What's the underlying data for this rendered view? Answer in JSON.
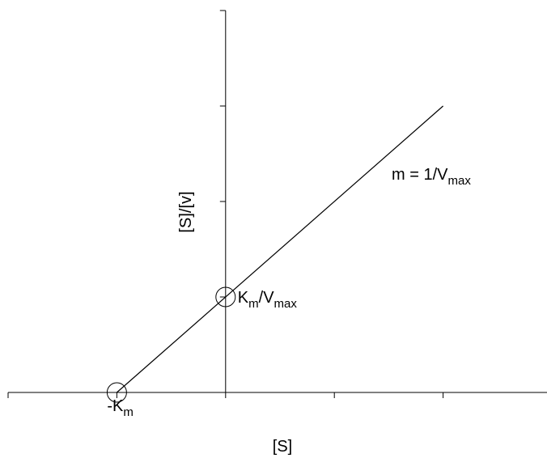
{
  "chart_data": {
    "type": "line",
    "title": "",
    "xlabel": "[S]",
    "ylabel": "[S]/[v]",
    "xlim": [
      -2,
      3
    ],
    "ylim": [
      0,
      4
    ],
    "x_ticks": [
      -2,
      -1,
      0,
      1,
      2,
      3
    ],
    "y_ticks": [
      0,
      1,
      2,
      3,
      4
    ],
    "series": [
      {
        "x": [
          -1,
          2
        ],
        "y": [
          0,
          3
        ]
      }
    ],
    "markers": [
      {
        "x": -1,
        "y": 0
      },
      {
        "x": 0,
        "y": 1
      }
    ],
    "annotations": {
      "slope": {
        "main": "m = 1/V",
        "sub": "max"
      },
      "intercept_y": {
        "main": "K",
        "sub1": "m",
        "mid": "/V",
        "sub2": "max"
      },
      "intercept_x": {
        "main": "-K",
        "sub": "m"
      }
    },
    "grid": false,
    "legend": "none"
  }
}
